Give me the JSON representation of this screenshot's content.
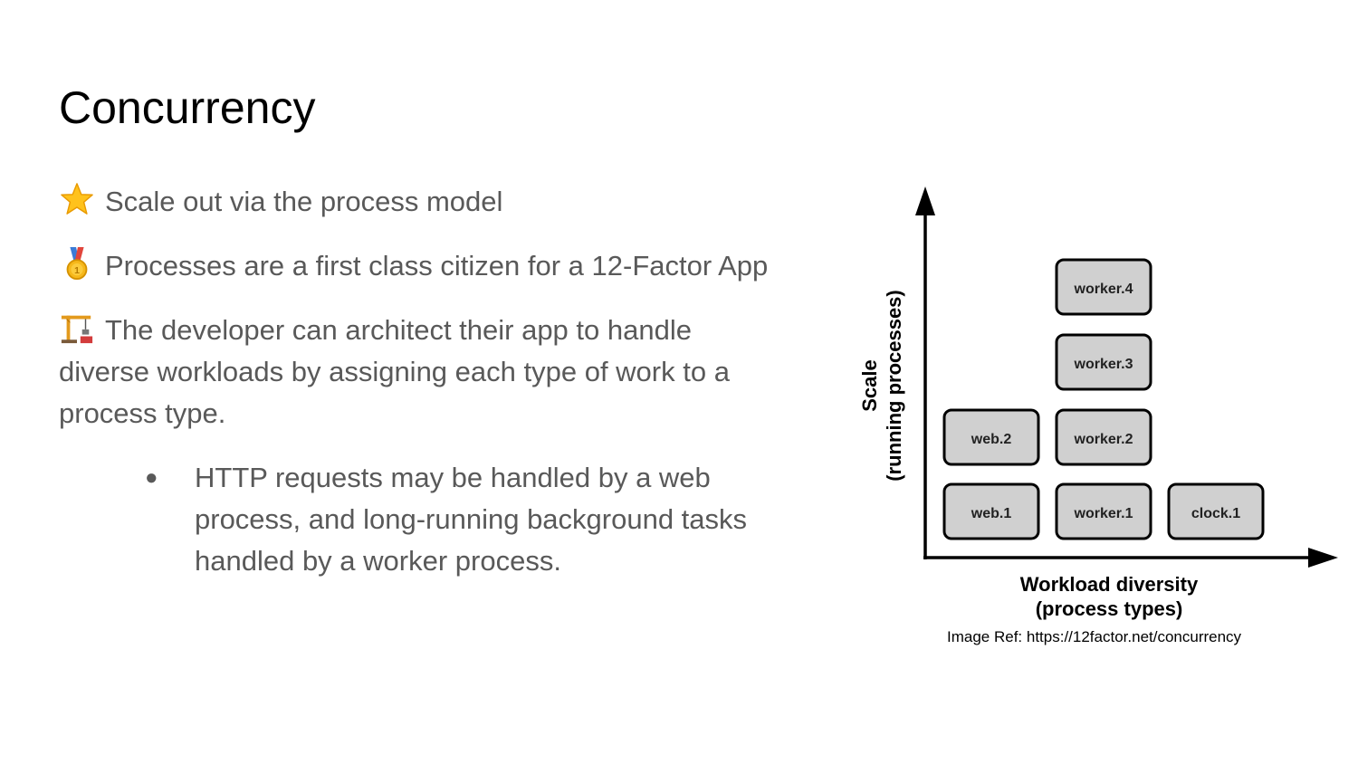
{
  "slide": {
    "title": "Concurrency"
  },
  "points": [
    {
      "icon": "star-icon",
      "text": "Scale out via the process model"
    },
    {
      "icon": "medal-icon",
      "text": "Processes are a first class citizen for a 12-Factor App"
    },
    {
      "icon": "crane-icon",
      "lines": [
        "The developer can architect their app to handle",
        "diverse workloads by assigning each type of work to a",
        "process type."
      ]
    }
  ],
  "sub_bullet": {
    "marker": "●",
    "lines": [
      "HTTP requests may be handled by a web",
      "process, and long-running background tasks",
      "handled by a worker process."
    ]
  },
  "diagram": {
    "y_axis_label_1": "Scale",
    "y_axis_label_2": "(running processes)",
    "x_axis_label_1": "Workload diversity",
    "x_axis_label_2": "(process types)",
    "boxes": {
      "web_1": "web.1",
      "web_2": "web.2",
      "worker_1": "worker.1",
      "worker_2": "worker.2",
      "worker_3": "worker.3",
      "worker_4": "worker.4",
      "clock_1": "clock.1"
    },
    "box_fill": "#d0d0d0"
  },
  "caption": "Image Ref: https://12factor.net/concurrency"
}
